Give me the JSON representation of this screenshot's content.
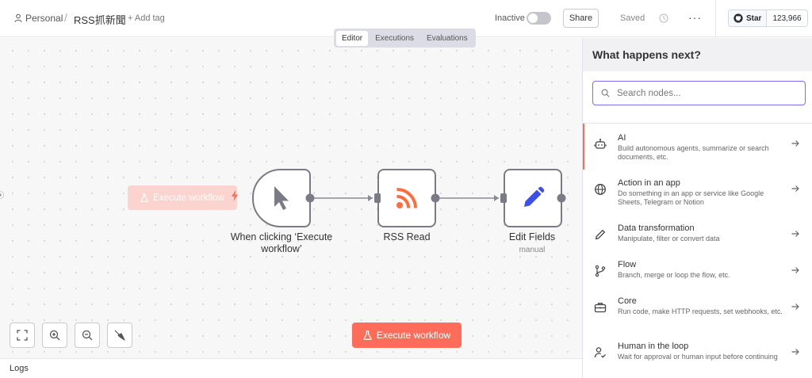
{
  "header": {
    "personal": "Personal",
    "separator": "/",
    "workflow_name": "RSS抓新聞",
    "add_tag": "+ Add tag",
    "status_label": "Inactive",
    "share_label": "Share",
    "saved_label": "Saved",
    "more_label": "···",
    "github_star": "Star",
    "github_count": "123,966"
  },
  "tabs": [
    {
      "label": "Editor",
      "active": true
    },
    {
      "label": "Executions",
      "active": false
    },
    {
      "label": "Evaluations",
      "active": false
    }
  ],
  "canvas": {
    "ghost_execute_label": "Execute workflow",
    "nodes": [
      {
        "label": "When clicking ‘Execute workflow’",
        "subtitle": "",
        "icon": "cursor-icon"
      },
      {
        "label": "RSS Read",
        "subtitle": "",
        "icon": "rss-icon"
      },
      {
        "label": "Edit Fields",
        "subtitle": "manual",
        "icon": "pencil-icon"
      }
    ],
    "execute_label": "Execute workflow"
  },
  "logs_label": "Logs",
  "panel": {
    "title": "What happens next?",
    "search_placeholder": "Search nodes...",
    "items": [
      {
        "title": "AI",
        "desc": "Build autonomous agents, summarize or search documents, etc.",
        "icon": "robot-icon"
      },
      {
        "title": "Action in an app",
        "desc": "Do something in an app or service like Google Sheets, Telegram or Notion",
        "icon": "globe-icon"
      },
      {
        "title": "Data transformation",
        "desc": "Manipulate, filter or convert data",
        "icon": "pen-icon"
      },
      {
        "title": "Flow",
        "desc": "Branch, merge or loop the flow, etc.",
        "icon": "branch-icon"
      },
      {
        "title": "Core",
        "desc": "Run code, make HTTP requests, set webhooks, etc.",
        "icon": "toolbox-icon"
      },
      {
        "title": "Human in the loop",
        "desc": "Wait for approval or human input before continuing",
        "icon": "user-check-icon"
      }
    ]
  },
  "colors": {
    "accent": "#ff6d5a",
    "rss": "#ff6d3f",
    "edit_fields": "#3d4eea",
    "search_border": "#7c6ee6"
  }
}
